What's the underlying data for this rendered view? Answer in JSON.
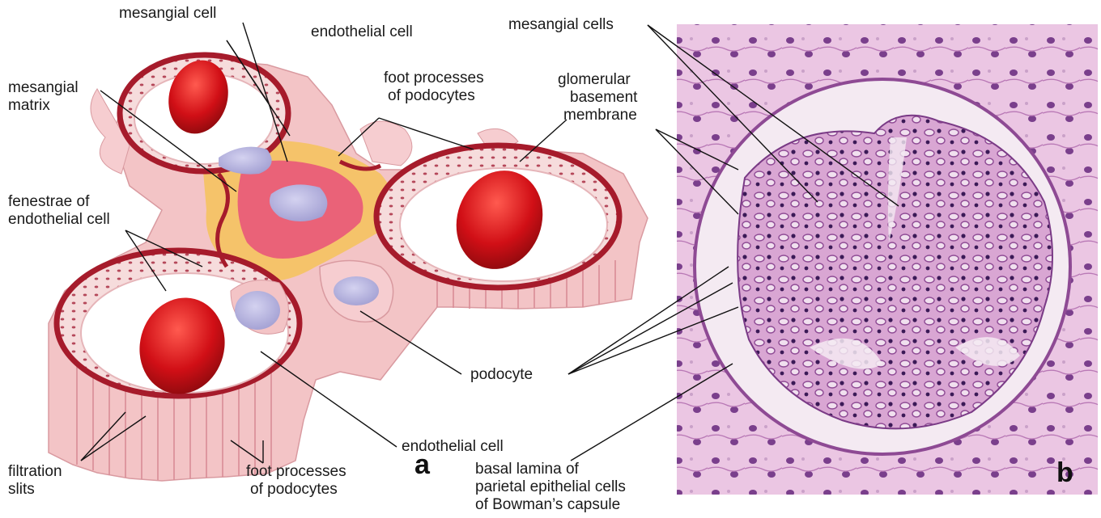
{
  "panels": {
    "a": "a",
    "b": "b"
  },
  "labels": {
    "mesangial_cell": "mesangial cell",
    "endothelial_cell_top": "endothelial cell",
    "mesangial_matrix_1": "mesangial",
    "mesangial_matrix_2": "matrix",
    "foot_processes_top_1": "foot processes",
    "foot_processes_top_2": "of podocytes",
    "gbm_1": "glomerular",
    "gbm_2": "basement",
    "gbm_3": "membrane",
    "fenestrae_1": "fenestrae of",
    "fenestrae_2": "endothelial cell",
    "podocyte": "podocyte",
    "endothelial_cell_bottom": "endothelial cell",
    "filtration_slits_1": "filtration",
    "filtration_slits_2": "slits",
    "foot_processes_bottom_1": "foot processes",
    "foot_processes_bottom_2": "of podocytes",
    "mesangial_cells": "mesangial cells",
    "basal_lamina_1": "basal lamina of",
    "basal_lamina_2": "parietal epithelial cells",
    "basal_lamina_3": "of Bowman’s capsule"
  },
  "colors": {
    "capillary_wall": "#a61b2b",
    "podocyte_pink": "#f4c2c4",
    "mesangial_matrix": "#f5c36a",
    "mesangial_pink": "#e9587a",
    "nucleus": "#b3b0dc",
    "rbc": "#d10f16",
    "histology_bg": "#e9bfdc",
    "histology_dark": "#5b2770"
  }
}
